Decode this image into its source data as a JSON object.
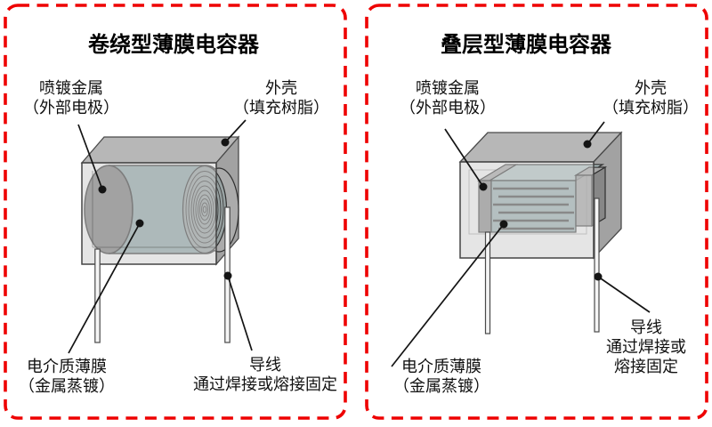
{
  "colors": {
    "border_red": "#ee0000",
    "case_top_gray": "#b7b7b7",
    "case_side_gray": "#a2a2a2",
    "case_front_gray": "#cbcbcb",
    "film_teal": "#8fa6a9",
    "stack_teal": "#9cb3b5",
    "electrode_gray": "#787878",
    "lead_white": "#f5f5f5",
    "text_black": "#111111"
  },
  "panels": [
    {
      "id": "wound",
      "title": "卷绕型薄膜电容器",
      "labels": {
        "sprayed_metal": {
          "line1": "喷镀金属",
          "line2": "（外部电极）"
        },
        "case": {
          "line1": "外壳",
          "line2": "（填充树脂）"
        },
        "dielectric_film": {
          "line1": "电介质薄膜",
          "line2": "（金属蒸镀）"
        },
        "lead_wire": {
          "line1": "导线",
          "line2": "通过焊接或熔接固定"
        }
      }
    },
    {
      "id": "stacked",
      "title": "叠层型薄膜电容器",
      "labels": {
        "sprayed_metal": {
          "line1": "喷镀金属",
          "line2": "（外部电极）"
        },
        "case": {
          "line1": "外壳",
          "line2": "（填充树脂）"
        },
        "dielectric_film": {
          "line1": "电介质薄膜",
          "line2": "（金属蒸镀）"
        },
        "lead_wire": {
          "line1": "导线",
          "line2": "通过焊接或",
          "line3": "熔接固定"
        }
      }
    }
  ]
}
